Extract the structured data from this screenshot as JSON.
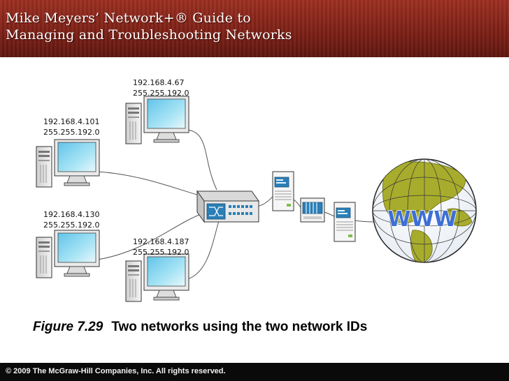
{
  "header": {
    "title_line1": "Mike Meyers’ Network+® Guide to",
    "title_line2": "Managing and Troubleshooting Networks"
  },
  "nodes": {
    "pc_top": {
      "ip": "192.168.4.67",
      "mask": "255.255.192.0"
    },
    "pc_left_upper": {
      "ip": "192.168.4.101",
      "mask": "255.255.192.0"
    },
    "pc_left_lower": {
      "ip": "192.168.4.130",
      "mask": "255.255.192.0"
    },
    "pc_bottom": {
      "ip": "192.168.4.187",
      "mask": "255.255.192.0"
    }
  },
  "globe": {
    "label": "WWW"
  },
  "caption": {
    "figure": "Figure 7.29",
    "text": "Two networks using the two network IDs"
  },
  "footer": {
    "copyright": "© 2009 The McGraw-Hill Companies, Inc. All rights reserved."
  },
  "colors": {
    "banner": "#8a2a1c",
    "monitor_screen": "#7fd3f0",
    "device_panel": "#2a7fb8",
    "globe_ocean": "#ffffff",
    "globe_land": "#a8ac2c",
    "www_text": "#3d6fd6"
  },
  "icons": [
    "desktop-computer-icon",
    "network-switch-icon",
    "server-icon",
    "router-icon",
    "globe-icon"
  ]
}
